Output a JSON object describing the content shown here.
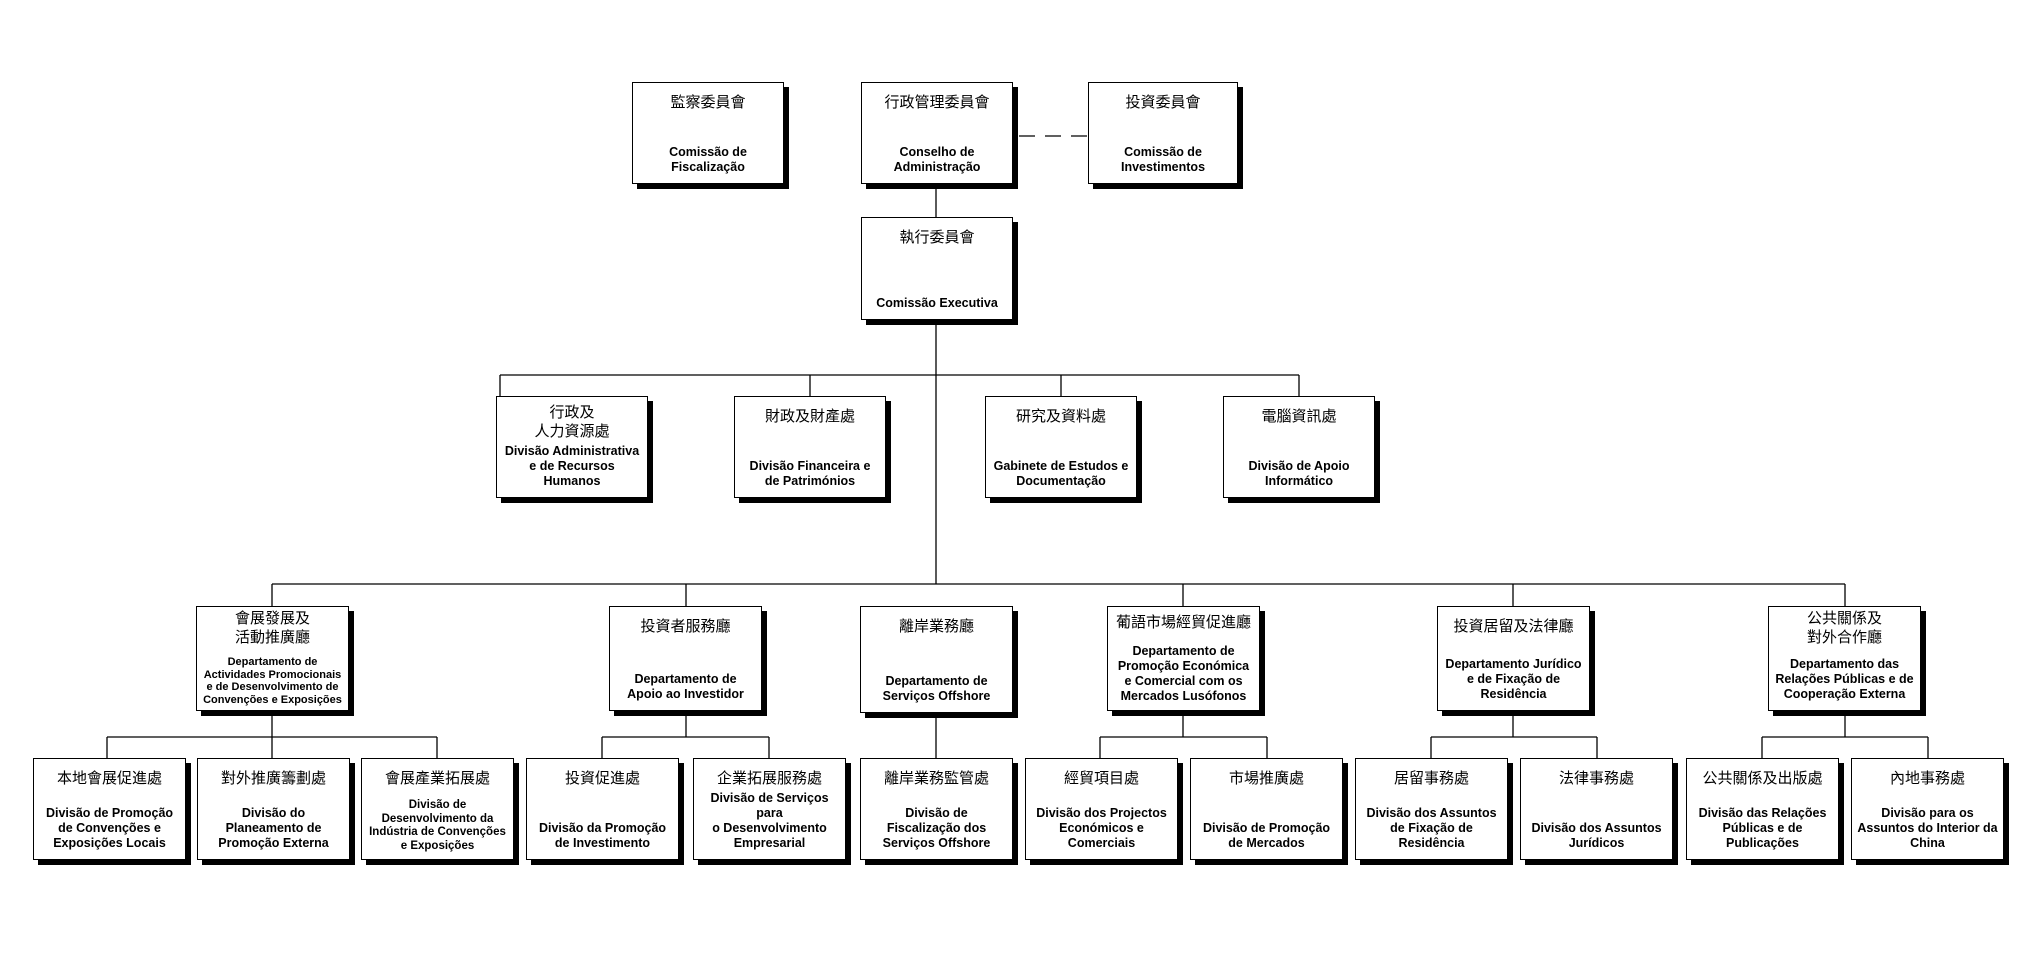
{
  "nodes": {
    "fiscalizacao": {
      "zh": "監察委員會",
      "pt": "Comissão de\nFiscalização"
    },
    "administracao": {
      "zh": "行政管理委員會",
      "pt": "Conselho de\nAdministração"
    },
    "investimentos": {
      "zh": "投資委員會",
      "pt": "Comissão de\nInvestimentos"
    },
    "executiva": {
      "zh": "執行委員會",
      "pt": "Comissão Executiva"
    },
    "div_admin": {
      "zh": "行政及\n人力資源處",
      "pt": "Divisão Administrativa\ne de Recursos\nHumanos"
    },
    "div_fin": {
      "zh": "財政及財產處",
      "pt": "Divisão Financeira e\nde Patrimónios"
    },
    "gab_estudos": {
      "zh": "研究及資料處",
      "pt": "Gabinete de Estudos e\nDocumentação"
    },
    "div_info": {
      "zh": "電腦資訊處",
      "pt": "Divisão de Apoio\nInformático"
    },
    "dep_activ": {
      "zh": "會展發展及\n活動推廣廳",
      "pt": "Departamento de\nActividades Promocionais\ne de Desenvolvimento de\nConvenções e Exposições"
    },
    "dep_apoio": {
      "zh": "投資者服務廳",
      "pt": "Departamento de\nApoio ao Investidor"
    },
    "dep_offshore": {
      "zh": "離岸業務廳",
      "pt": "Departamento de\nServiços Offshore"
    },
    "dep_lusofonos": {
      "zh": "葡語市場經貿促進廳",
      "pt": "Departamento de\nPromoção Económica\ne Comercial com os\nMercados Lusófonos"
    },
    "dep_juridico": {
      "zh": "投資居留及法律廳",
      "pt": "Departamento Jurídico\ne de Fixação de\nResidência"
    },
    "dep_relacoes": {
      "zh": "公共關係及\n對外合作廳",
      "pt": "Departamento das\nRelações Públicas e de\nCooperação Externa"
    },
    "div_conv_locais": {
      "zh": "本地會展促進處",
      "pt": "Divisão de Promoção\nde Convenções e\nExposições Locais"
    },
    "div_planeamento": {
      "zh": "對外推廣籌劃處",
      "pt": "Divisão do\nPlaneamento de\nPromoção Externa"
    },
    "div_industria": {
      "zh": "會展產業拓展處",
      "pt": "Divisão de\nDesenvolvimento da\nIndústria de Convenções\ne Exposições"
    },
    "div_prom_invest": {
      "zh": "投資促進處",
      "pt": "Divisão da Promoção\nde Investimento"
    },
    "div_servicos": {
      "zh": "企業拓展服務處",
      "pt": "Divisão de Serviços para\no Desenvolvimento\nEmpresarial"
    },
    "div_fisc_off": {
      "zh": "離岸業務監管處",
      "pt": "Divisão de\nFiscalização dos\nServiços Offshore"
    },
    "div_projectos": {
      "zh": "經貿項目處",
      "pt": "Divisão dos Projectos\nEconómicos e\nComerciais"
    },
    "div_mercados": {
      "zh": "市場推廣處",
      "pt": "Divisão de Promoção\nde Mercados"
    },
    "div_fixacao": {
      "zh": "居留事務處",
      "pt": "Divisão dos Assuntos\nde Fixação de\nResidência"
    },
    "div_juridicos": {
      "zh": "法律事務處",
      "pt": "Divisão dos Assuntos\nJurídicos"
    },
    "div_publicacoes": {
      "zh": "公共關係及出版處",
      "pt": "Divisão das Relações\nPúblicas e de\nPublicações"
    },
    "div_interior": {
      "zh": "內地事務處",
      "pt": "Divisão para os\nAssuntos do Interior da\nChina"
    }
  }
}
